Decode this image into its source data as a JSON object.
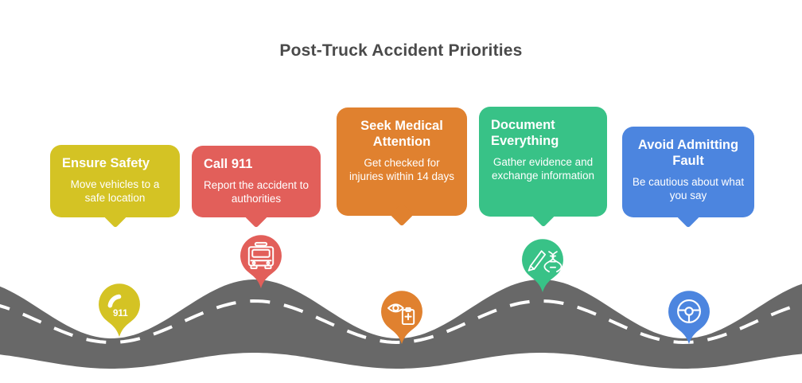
{
  "title": "Post-Truck Accident Priorities",
  "colors": {
    "road": "#686868",
    "road_center_line": "#ffffff",
    "title_text": "#4a4a4a",
    "bubble_text": "#ffffff"
  },
  "steps": [
    {
      "title": "Ensure Safety",
      "body": "Move vehicles to a safe location",
      "color": "#d4c324",
      "icon": "phone-911-icon",
      "pin_label": "911"
    },
    {
      "title": "Call 911",
      "body": "Report the accident to authorities",
      "color": "#e25f5a",
      "icon": "fire-truck-icon",
      "pin_label": ""
    },
    {
      "title": "Seek Medical Attention",
      "body": "Get checked for injuries within 14 days",
      "color": "#e0812f",
      "icon": "eye-medical-clipboard-icon",
      "pin_label": ""
    },
    {
      "title": "Document Everything",
      "body": "Gather evidence and exchange information",
      "color": "#38c287",
      "icon": "knife-dna-evidence-icon",
      "pin_label": ""
    },
    {
      "title": "Avoid Admitting Fault",
      "body": "Be cautious about what you say",
      "color": "#4c85df",
      "icon": "steering-wheel-icon",
      "pin_label": ""
    }
  ]
}
